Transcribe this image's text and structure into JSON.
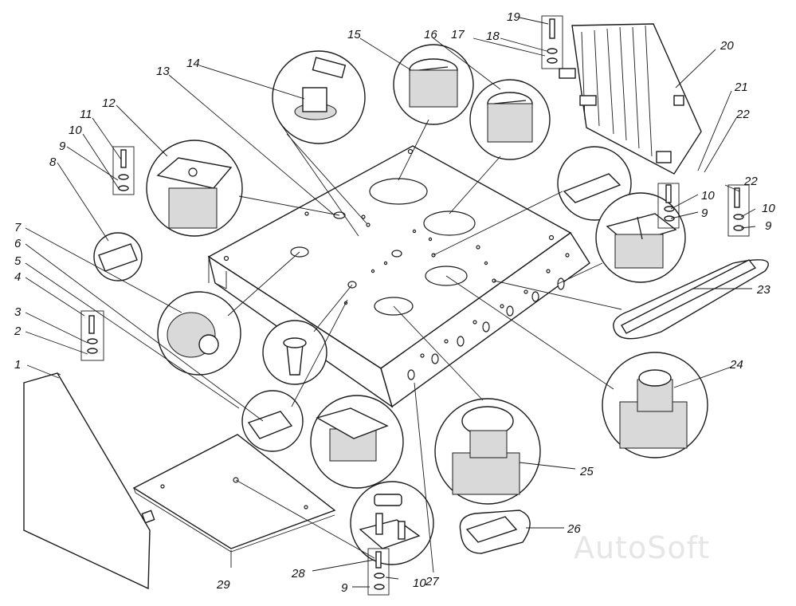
{
  "diagram": {
    "callouts": [
      {
        "id": "1",
        "text": "1"
      },
      {
        "id": "2",
        "text": "2"
      },
      {
        "id": "3",
        "text": "3"
      },
      {
        "id": "4",
        "text": "4"
      },
      {
        "id": "5",
        "text": "5"
      },
      {
        "id": "6",
        "text": "6"
      },
      {
        "id": "7",
        "text": "7"
      },
      {
        "id": "8",
        "text": "8"
      },
      {
        "id": "9a",
        "text": "9"
      },
      {
        "id": "10a",
        "text": "10"
      },
      {
        "id": "11",
        "text": "11"
      },
      {
        "id": "12",
        "text": "12"
      },
      {
        "id": "13",
        "text": "13"
      },
      {
        "id": "14",
        "text": "14"
      },
      {
        "id": "15",
        "text": "15"
      },
      {
        "id": "16",
        "text": "16"
      },
      {
        "id": "17",
        "text": "17"
      },
      {
        "id": "18",
        "text": "18"
      },
      {
        "id": "19",
        "text": "19"
      },
      {
        "id": "20",
        "text": "20"
      },
      {
        "id": "21",
        "text": "21"
      },
      {
        "id": "22a",
        "text": "22"
      },
      {
        "id": "22b",
        "text": "22"
      },
      {
        "id": "10b",
        "text": "10"
      },
      {
        "id": "9b",
        "text": "9"
      },
      {
        "id": "10c",
        "text": "10"
      },
      {
        "id": "9c",
        "text": "9"
      },
      {
        "id": "23",
        "text": "23"
      },
      {
        "id": "24",
        "text": "24"
      },
      {
        "id": "25",
        "text": "25"
      },
      {
        "id": "26",
        "text": "26"
      },
      {
        "id": "27",
        "text": "27"
      },
      {
        "id": "28",
        "text": "28"
      },
      {
        "id": "9d",
        "text": "9"
      },
      {
        "id": "10d",
        "text": "10"
      },
      {
        "id": "29",
        "text": "29"
      }
    ],
    "watermark": "AutoSoft"
  }
}
